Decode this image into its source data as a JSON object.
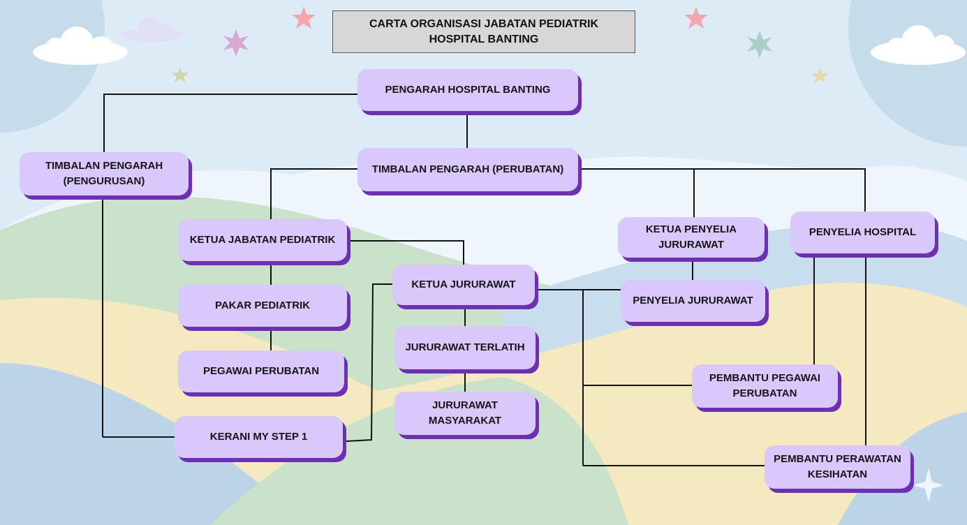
{
  "title": {
    "line1": "CARTA ORGANISASI JABATAN PEDIATRIK",
    "line2": "HOSPITAL BANTING"
  },
  "nodes": {
    "pengarah": "PENGARAH HOSPITAL BANTING",
    "timbalan_perubatan": "TIMBALAN PENGARAH (PERUBATAN)",
    "timbalan_pengurusan": "TIMBALAN PENGARAH (PENGURUSAN)",
    "ketua_jabatan": "KETUA JABATAN PEDIATRIK",
    "pakar": "PAKAR PEDIATRIK",
    "pegawai_perubatan": "PEGAWAI PERUBATAN",
    "kerani": "KERANI MY STEP 1",
    "ketua_jururawat": "KETUA JURURAWAT",
    "jururawat_terlatih": "JURURAWAT TERLATIH",
    "jururawat_masyarakat": "JURURAWAT MASYARAKAT",
    "ketua_penyelia": "KETUA PENYELIA JURURAWAT",
    "penyelia_hospital": "PENYELIA HOSPITAL",
    "penyelia_jururawat": "PENYELIA JURURAWAT",
    "pembantu_pegawai": "PEMBANTU PEGAWAI PERUBATAN",
    "pembantu_perawatan": "PEMBANTU PERAWATAN KESIHATAN"
  },
  "colors": {
    "node_fill": "#d9c8fb",
    "node_shadow": "#6d2fb3",
    "title_fill": "#d7d7d7",
    "line": "#111111"
  }
}
